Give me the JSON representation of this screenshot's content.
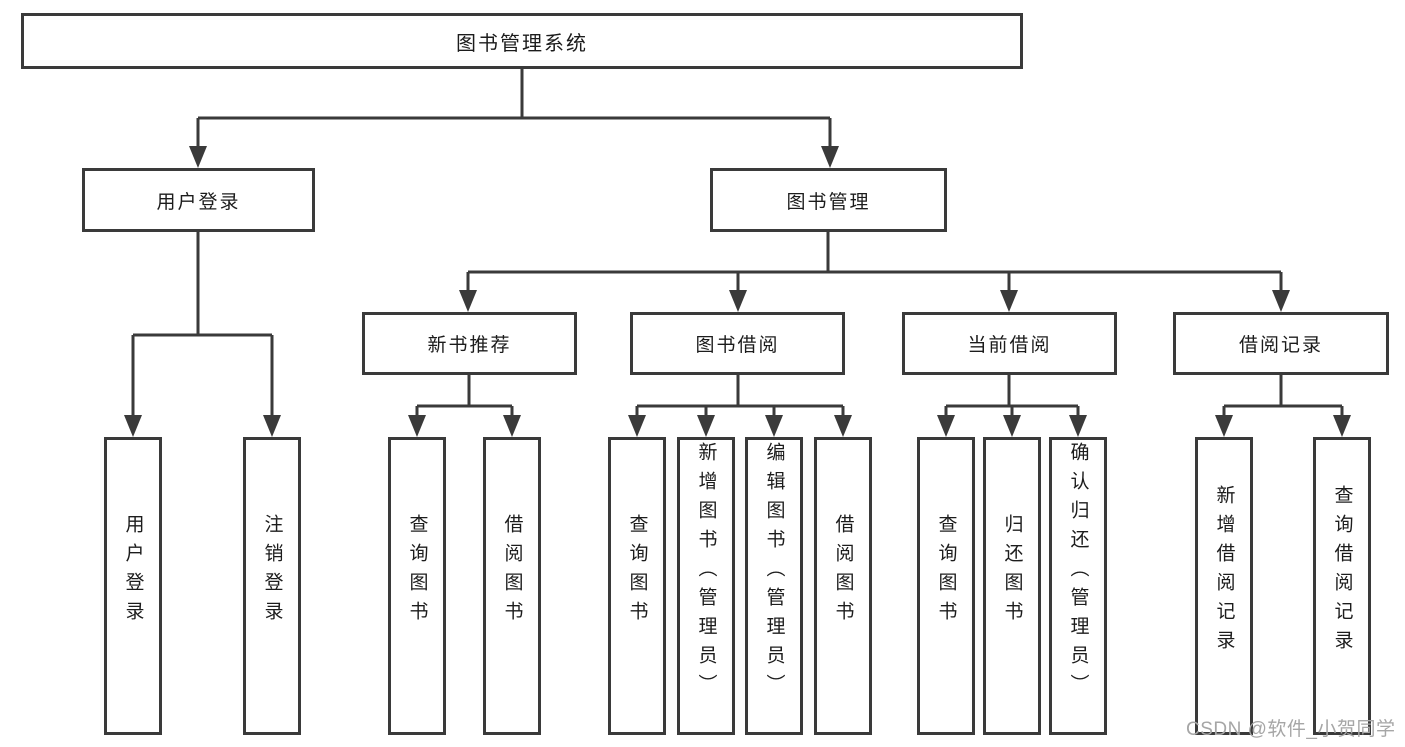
{
  "diagram": {
    "root": {
      "label": "图书管理系统"
    },
    "branches": [
      {
        "label": "用户登录",
        "children": [
          {
            "label": "用户登录"
          },
          {
            "label": "注销登录"
          }
        ]
      },
      {
        "label": "图书管理",
        "children": [
          {
            "label": "新书推荐",
            "children": [
              {
                "label": "查询图书"
              },
              {
                "label": "借阅图书"
              }
            ]
          },
          {
            "label": "图书借阅",
            "children": [
              {
                "label": "查询图书"
              },
              {
                "label": "新增图书（管理员）"
              },
              {
                "label": "编辑图书（管理员）"
              },
              {
                "label": "借阅图书"
              }
            ]
          },
          {
            "label": "当前借阅",
            "children": [
              {
                "label": "查询图书"
              },
              {
                "label": "归还图书"
              },
              {
                "label": "确认归还（管理员）"
              }
            ]
          },
          {
            "label": "借阅记录",
            "children": [
              {
                "label": "新增借阅记录"
              },
              {
                "label": "查询借阅记录"
              }
            ]
          }
        ]
      }
    ]
  },
  "watermark": {
    "text": "CSDN @软件_小贺同学"
  },
  "colors": {
    "line": "#3a3a3a",
    "text": "#1c1c1c",
    "watermark": "#a6a6a6",
    "background": "#ffffff"
  }
}
